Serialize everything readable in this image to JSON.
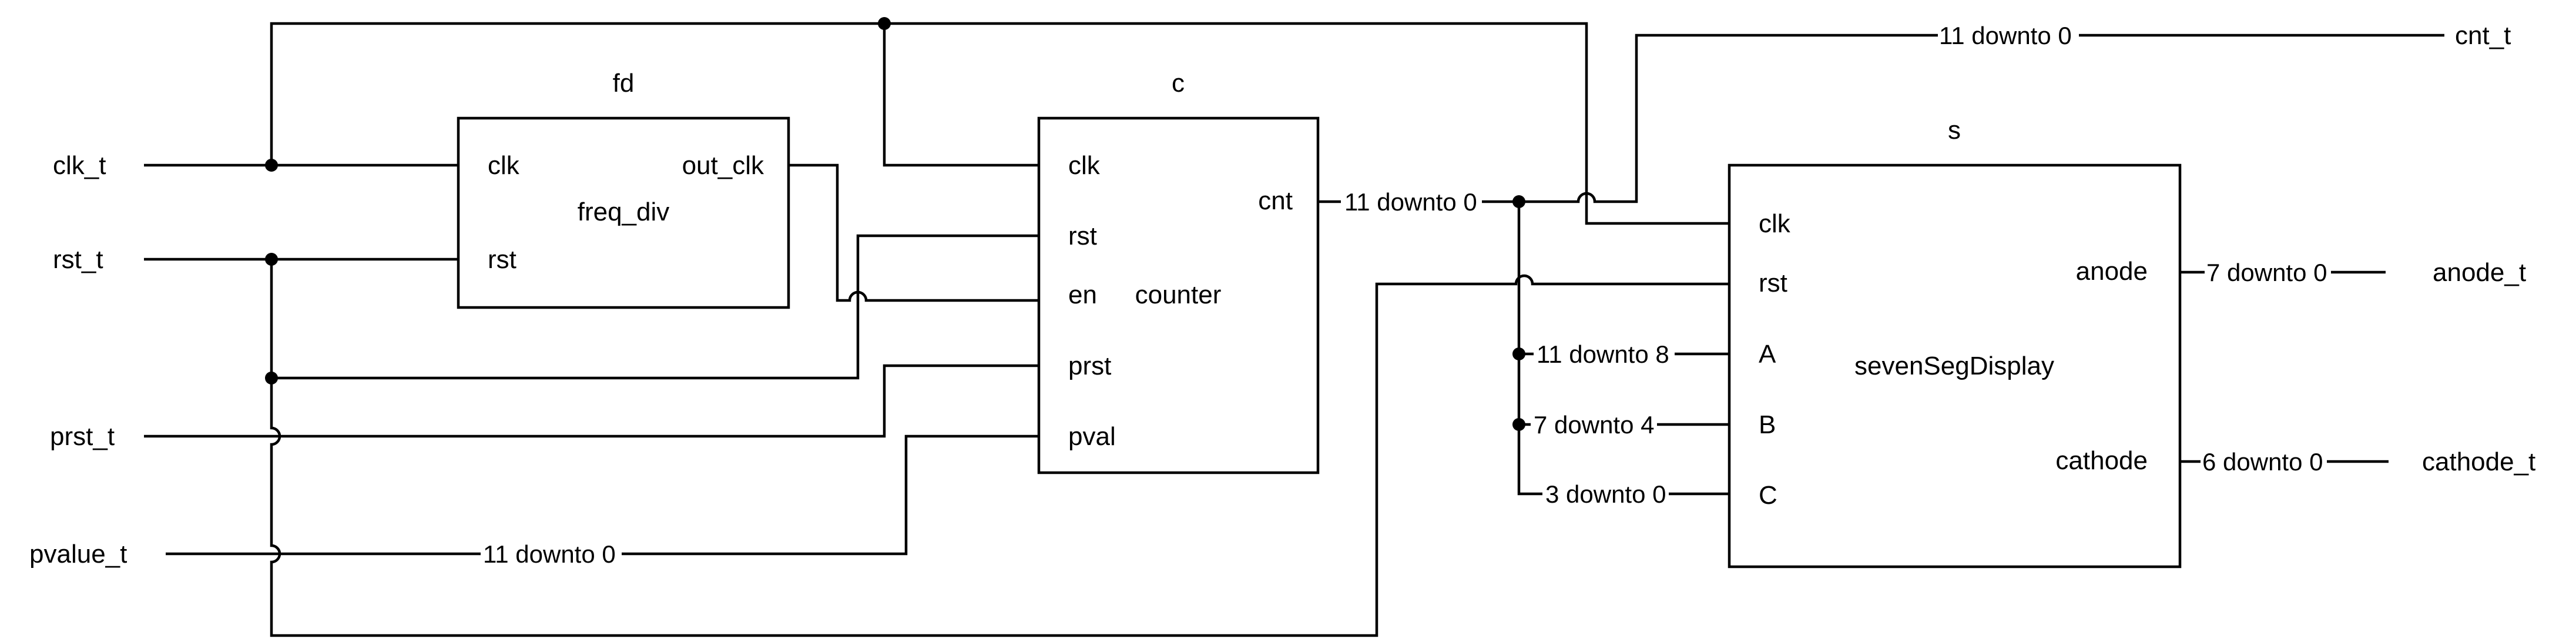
{
  "signals": {
    "clk": "clk_t",
    "rst": "rst_t",
    "prst": "prst_t",
    "pvalue": "pvalue_t",
    "cnt": "cnt_t",
    "anode": "anode_t",
    "cathode": "cathode_t"
  },
  "blocks": {
    "fd": {
      "instance": "fd",
      "component": "freq_div",
      "ports": {
        "clk": "clk",
        "rst": "rst",
        "out_clk": "out_clk"
      }
    },
    "c": {
      "instance": "c",
      "component": "counter",
      "ports": {
        "clk": "clk",
        "rst": "rst",
        "en": "en",
        "prst": "prst",
        "pval": "pval",
        "cnt": "cnt"
      }
    },
    "s": {
      "instance": "s",
      "component": "sevenSegDisplay",
      "ports": {
        "clk": "clk",
        "rst": "rst",
        "A": "A",
        "B": "B",
        "C": "C",
        "anode": "anode",
        "cathode": "cathode"
      }
    }
  },
  "buses": {
    "cnt_out": "11 downto 0",
    "cnt_top": "11 downto 0",
    "pvalue": "11 downto 0",
    "a_in": "11 downto 8",
    "b_in": "7 downto 4",
    "c_in": "3 downto 0",
    "anode_out": "7 downto 0",
    "cathode_out": "6 downto 0"
  }
}
